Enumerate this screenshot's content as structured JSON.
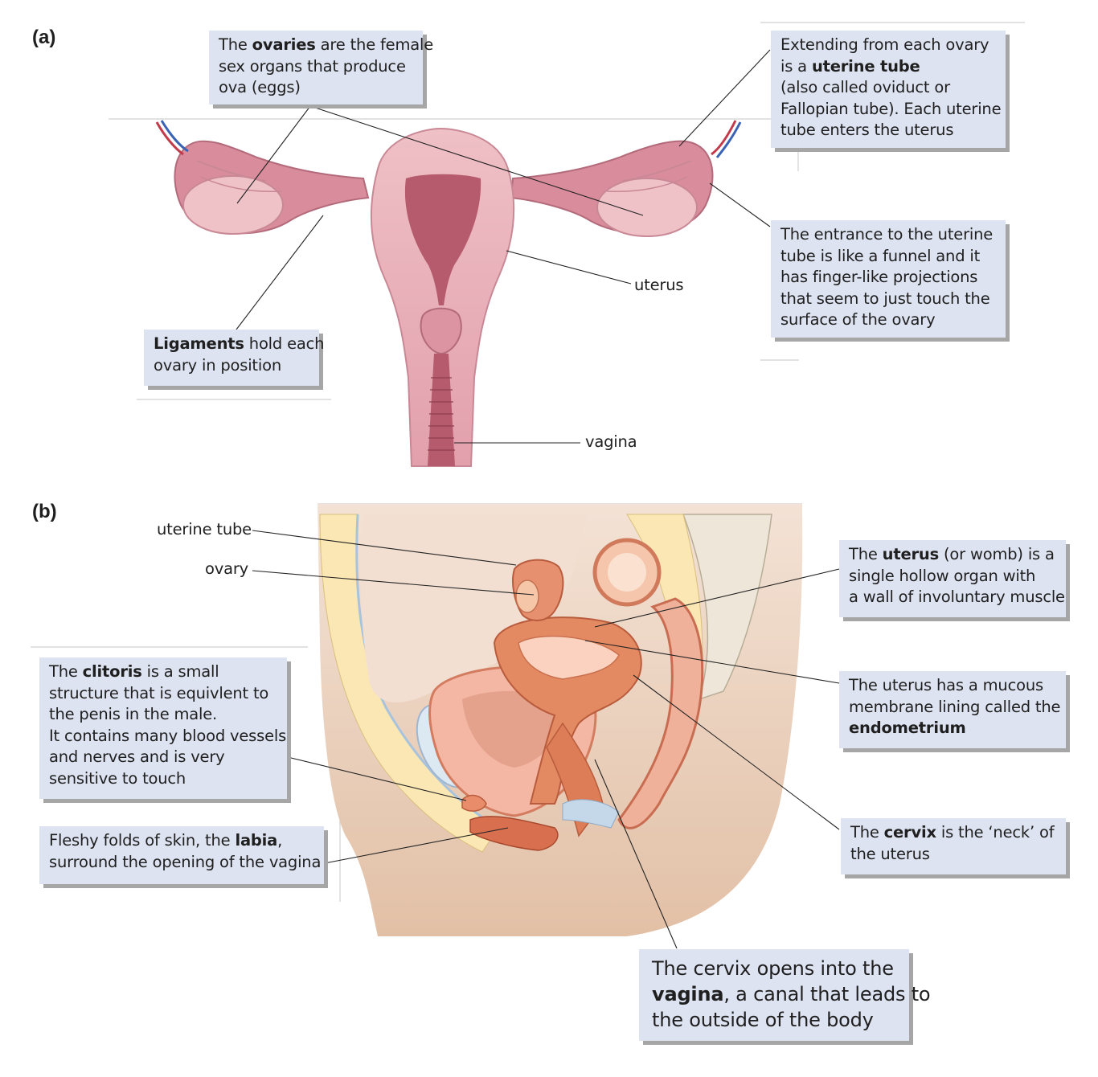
{
  "panels": {
    "a": {
      "letter": "(a)",
      "ovaries": {
        "p1": "The ",
        "b1": "ovaries",
        "p2": " are the female",
        "l2": "sex organs that produce",
        "l3": "ova (eggs)"
      },
      "tube": {
        "l1": "Extending from each ovary",
        "p2": "is a ",
        "b2": "uterine tube",
        "l3": "(also called oviduct or",
        "l4": "Fallopian tube). Each uterine",
        "l5": "tube enters the uterus"
      },
      "funnel": {
        "l1": "The entrance to the uterine",
        "l2": "tube is like a funnel and it",
        "l3": "has finger-like projections",
        "l4": "that seem to just touch the",
        "l5": "surface of the ovary"
      },
      "ligaments": {
        "b1": "Ligaments",
        "p1": " hold each",
        "l2": "ovary in position"
      },
      "uterus_label": "uterus",
      "vagina_label": "vagina"
    },
    "b": {
      "letter": "(b)",
      "uterine_tube_label": "uterine tube",
      "ovary_label": "ovary",
      "uterus": {
        "p1": "The ",
        "b1": "uterus",
        "p2": " (or womb) is a",
        "l2": "single hollow organ with",
        "l3": "a wall of involuntary muscle"
      },
      "endometrium": {
        "l1": "The uterus has a mucous",
        "l2": "membrane lining called the",
        "b3": "endometrium"
      },
      "clitoris": {
        "p1": "The ",
        "b1": "clitoris",
        "p2": " is a small",
        "l2": "structure that is equivlent to",
        "l3": "the penis in the male.",
        "l4": "It contains many blood vessels",
        "l5": "and nerves and is very",
        "l6": "sensitive to touch"
      },
      "labia": {
        "p1": "Fleshy folds of skin, the ",
        "b1": "labia",
        "p2": ",",
        "l2": "surround the opening of the vagina"
      },
      "cervix": {
        "p1": "The ",
        "b1": "cervix",
        "p2": " is the ‘neck’ of",
        "l2": "the uterus"
      },
      "vagina": {
        "l1": "The cervix opens into the",
        "b2": "vagina",
        "p2": ", a canal that leads to",
        "l3": "the outside of the body"
      }
    }
  },
  "colors": {
    "box_fill": "#dde3f1",
    "box_shadow": "#a6a6a6",
    "pink_tissue": "#e6a2ad",
    "deep_pink": "#b65a6d",
    "flesh": "#ecd2bd",
    "fat_yellow": "#fbe7b4",
    "muscle_orange": "#e38a62"
  }
}
